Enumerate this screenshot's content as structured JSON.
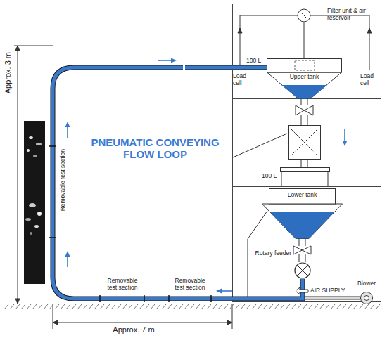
{
  "diagram": {
    "nodes": [
      {
        "text": [
          "Filter unit & air reservoir"
        ]
      },
      {
        "text": [
          "Upper tank"
        ],
        "in": 0
      },
      {
        "text": [
          "Lower tank"
        ]
      },
      {
        "text": [
          "Rotary feeder"
        ]
      },
      {
        "text": [
          "Blower"
        ]
      }
    ],
    "edges": [
      {
        "from": 3,
        "to": 1,
        "arrow": "none"
      },
      {
        "from": 4,
        "to": 3,
        "arrow": "none"
      }
    ],
    "labels": [
      "Load cell",
      "Load cell",
      "100 L",
      "100 L",
      "AIR SUPPLY",
      "PNEUMATIC CONVEYING FLOW LOOP",
      "Approx. 3 m",
      "Approx. 7 m",
      "Removable test section",
      "Removable test section",
      "Removable test section"
    ]
  }
}
